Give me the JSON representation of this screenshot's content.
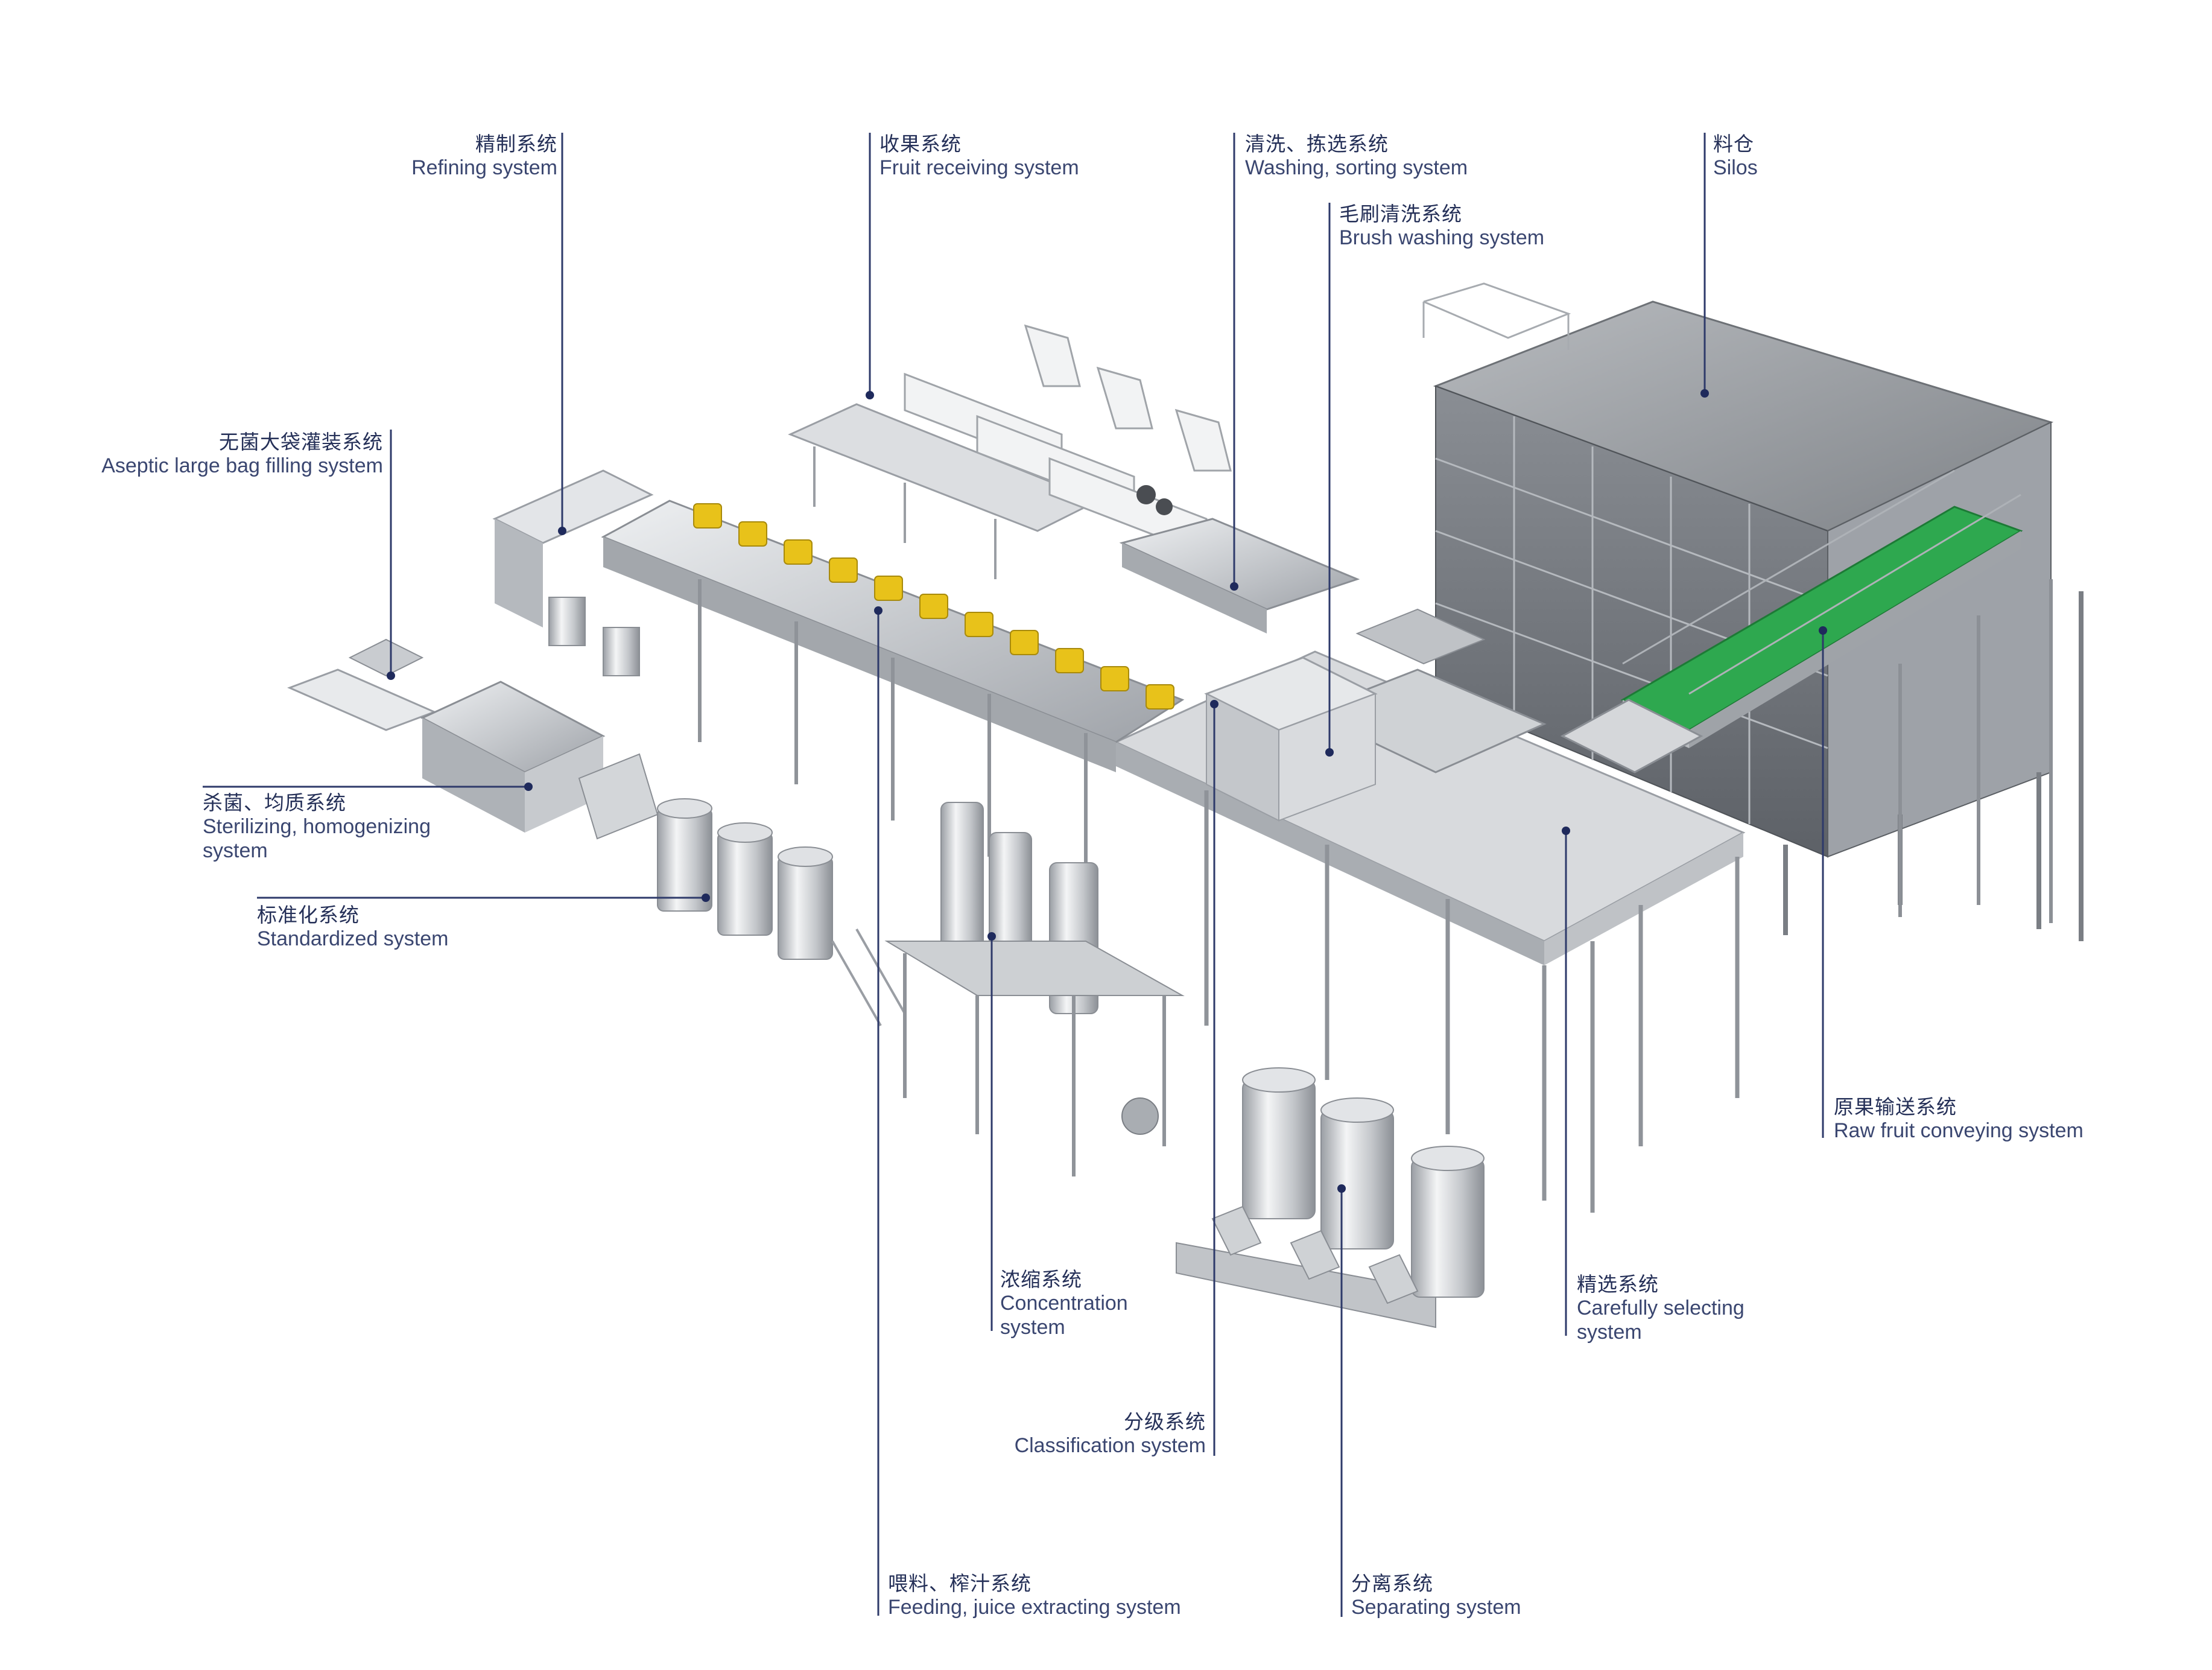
{
  "labels": {
    "refining": {
      "cn": "精制系统",
      "en": "Refining system"
    },
    "fruit_receiving": {
      "cn": "收果系统",
      "en": "Fruit receiving system"
    },
    "washing_sorting": {
      "cn": "清洗、拣选系统",
      "en": "Washing, sorting system"
    },
    "silos": {
      "cn": "料仓",
      "en": "Silos"
    },
    "brush_washing": {
      "cn": "毛刷清洗系统",
      "en": "Brush washing system"
    },
    "aseptic": {
      "cn": "无菌大袋灌装系统",
      "en": "Aseptic large bag filling system"
    },
    "sterilizing": {
      "cn": "杀菌、均质系统",
      "en": "Sterilizing, homogenizing",
      "en2": "system"
    },
    "standardized": {
      "cn": "标准化系统",
      "en": "Standardized system"
    },
    "raw_fruit": {
      "cn": "原果输送系统",
      "en": "Raw fruit conveying system"
    },
    "concentration": {
      "cn": "浓缩系统",
      "en": "Concentration",
      "en2": "system"
    },
    "carefully_selecting": {
      "cn": "精选系统",
      "en": "Carefully selecting",
      "en2": "system"
    },
    "classification": {
      "cn": "分级系统",
      "en": "Classification system"
    },
    "feeding": {
      "cn": "喂料、榨汁系统",
      "en": "Feeding, juice extracting system"
    },
    "separating": {
      "cn": "分离系统",
      "en": "Separating system"
    }
  },
  "colors": {
    "label_text": "#253058",
    "leader_line": "#2e3a6a",
    "machine_steel": "#c9ccd1",
    "roof": "#8f9298",
    "conveyor_green": "#2ea84f",
    "juicer_yellow": "#e8c21a"
  }
}
